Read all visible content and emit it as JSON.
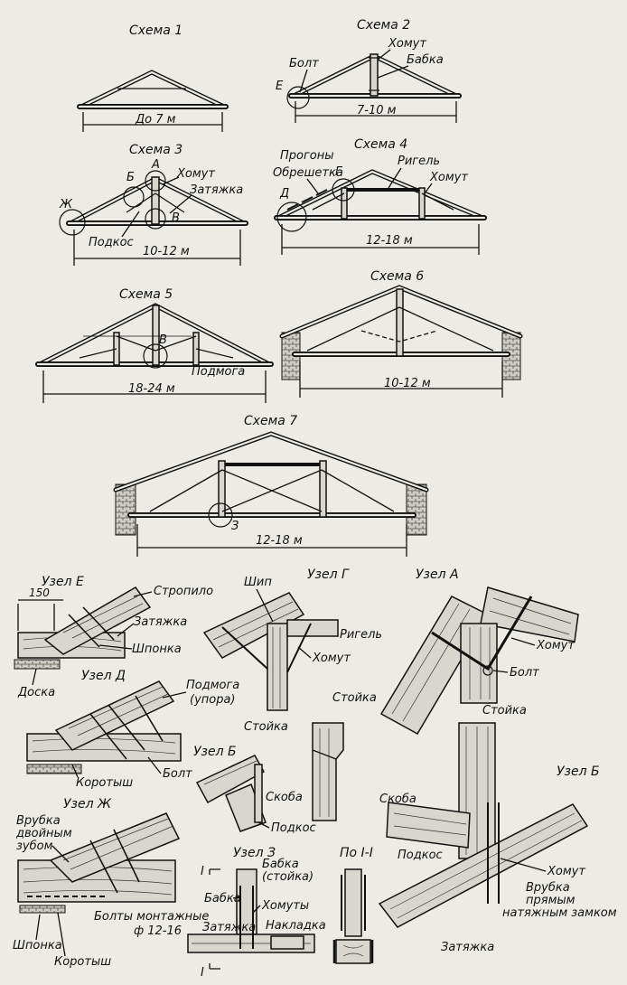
{
  "schemes": {
    "s1": {
      "title": "Схема 1",
      "span": "До 7 м"
    },
    "s2": {
      "title": "Схема 2",
      "span": "7-10 м",
      "labels": {
        "bolt": "Болт",
        "khomut": "Хомут",
        "babka": "Бабка",
        "node_e": "Е"
      }
    },
    "s3": {
      "title": "Схема 3",
      "span": "10-12 м",
      "labels": {
        "a": "А",
        "b": "Б",
        "v": "В",
        "zh": "Ж",
        "khomut": "Хомут",
        "zatyazhka": "Затяжка",
        "podkos": "Подкос"
      }
    },
    "s4": {
      "title": "Схема 4",
      "span": "12-18 м",
      "labels": {
        "progony": "Прогоны",
        "obreshetka": "Обрешетка",
        "d": "Д",
        "g": "Г",
        "rigel": "Ригель",
        "khomut": "Хомут"
      }
    },
    "s5": {
      "title": "Схема 5",
      "span": "18-24 м",
      "labels": {
        "v": "В",
        "podmoga": "Подмога"
      }
    },
    "s6": {
      "title": "Схема 6",
      "span": "10-12 м"
    },
    "s7": {
      "title": "Схема 7",
      "span": "12-18 м",
      "labels": {
        "z": "З"
      }
    }
  },
  "nodes": {
    "e": {
      "title": "Узел Е",
      "dim": "150",
      "labels": {
        "stropilo": "Стропило",
        "zatyazhka": "Затяжка",
        "shponka": "Шпонка",
        "doska": "Доска"
      }
    },
    "g": {
      "title": "Узел Г",
      "labels": {
        "ship": "Шип",
        "rigel": "Ригель",
        "khomut": "Хомут",
        "stoyka": "Стойка"
      }
    },
    "a": {
      "title": "Узел А",
      "labels": {
        "khomut": "Хомут",
        "bolt": "Болт",
        "stoyka": "Стойка"
      }
    },
    "d": {
      "title": "Узел Д",
      "labels": {
        "podmoga": "Подмога",
        "upora": "(упора)",
        "bolt": "Болт",
        "korotysh": "Коротыш"
      }
    },
    "stoyka": {
      "label": "Стойка"
    },
    "b1": {
      "title": "Узел Б",
      "labels": {
        "skoba": "Скоба",
        "podkos": "Подкос"
      }
    },
    "b2": {
      "title": "Узел Б",
      "labels": {
        "skoba": "Скоба",
        "podkos": "Подкос",
        "khomut": "Хомут",
        "vrubka1": "Врубка",
        "vrubka2": "прямым",
        "vrubka3": "натяжным замком",
        "zatyazhka": "Затяжка"
      }
    },
    "zh": {
      "title": "Узел Ж",
      "labels": {
        "vrubka1": "Врубка",
        "vrubka2": "двойным",
        "vrubka3": "зубом",
        "bolty1": "Болты монтажные",
        "bolty2": "ф 12-16",
        "shponka": "Шпонка",
        "korotysh": "Коротыш"
      }
    },
    "z": {
      "title": "Узел З",
      "labels": {
        "babka": "Бабка",
        "zatyazhka": "Затяжка",
        "babka_stoyka1": "Бабка",
        "babka_stoyka2": "(стойка)",
        "khomuty": "Хомуты",
        "nakladka": "Накладка",
        "section_mark": "I",
        "section_top": "I",
        "section_bot": "I"
      }
    },
    "section": {
      "title": "По I-I"
    }
  }
}
